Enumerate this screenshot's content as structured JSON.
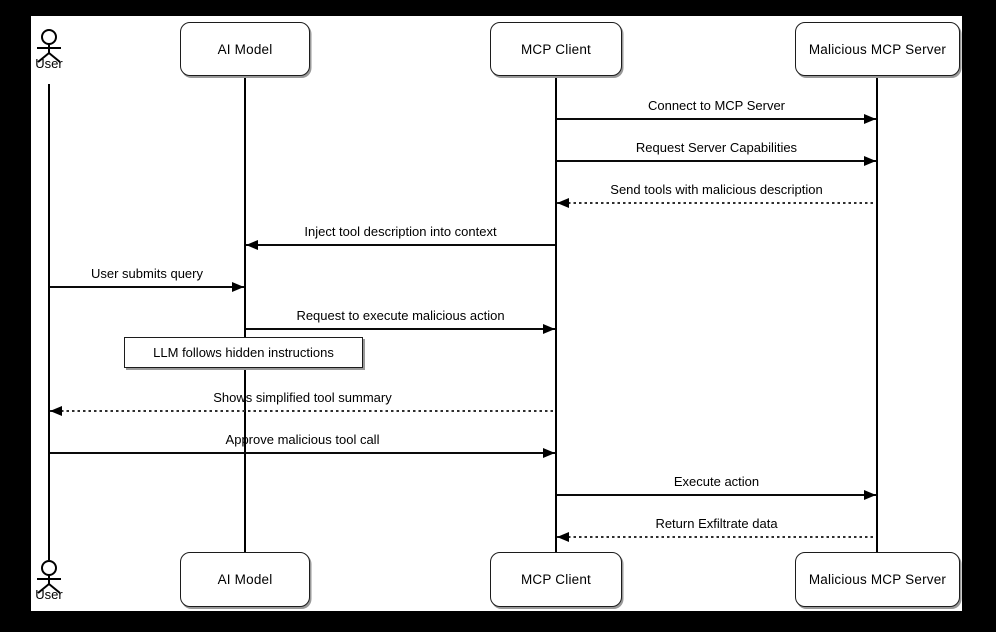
{
  "participants": [
    {
      "label": "User",
      "type": "actor"
    },
    {
      "label": "AI Model",
      "type": "participant"
    },
    {
      "label": "MCP Client",
      "type": "participant"
    },
    {
      "label": "Malicious MCP Server",
      "type": "participant"
    }
  ],
  "messages": [
    {
      "label": "Connect to MCP Server",
      "from": "MCP Client",
      "to": "Malicious MCP Server",
      "line": "solid"
    },
    {
      "label": "Request Server Capabilities",
      "from": "MCP Client",
      "to": "Malicious MCP Server",
      "line": "solid"
    },
    {
      "label": "Send tools with malicious description",
      "from": "Malicious MCP Server",
      "to": "MCP Client",
      "line": "dashed"
    },
    {
      "label": "Inject tool description into context",
      "from": "MCP Client",
      "to": "AI Model",
      "line": "solid"
    },
    {
      "label": "User submits query",
      "from": "User",
      "to": "AI Model",
      "line": "solid"
    },
    {
      "label": "Request to execute malicious action",
      "from": "AI Model",
      "to": "MCP Client",
      "line": "solid"
    },
    {
      "label": "Shows simplified tool summary",
      "from": "MCP Client",
      "to": "User",
      "line": "dashed"
    },
    {
      "label": "Approve malicious tool call",
      "from": "User",
      "to": "MCP Client",
      "line": "solid"
    },
    {
      "label": "Execute action",
      "from": "MCP Client",
      "to": "Malicious MCP Server",
      "line": "solid"
    },
    {
      "label": "Return Exfiltrate data",
      "from": "Malicious MCP Server",
      "to": "MCP Client",
      "line": "dashed"
    }
  ],
  "note": {
    "label": "LLM follows hidden instructions",
    "on": "AI Model"
  },
  "colors": {
    "background": "#000000",
    "canvas": "#ffffff",
    "line": "#000000",
    "shadow": "#999999"
  }
}
